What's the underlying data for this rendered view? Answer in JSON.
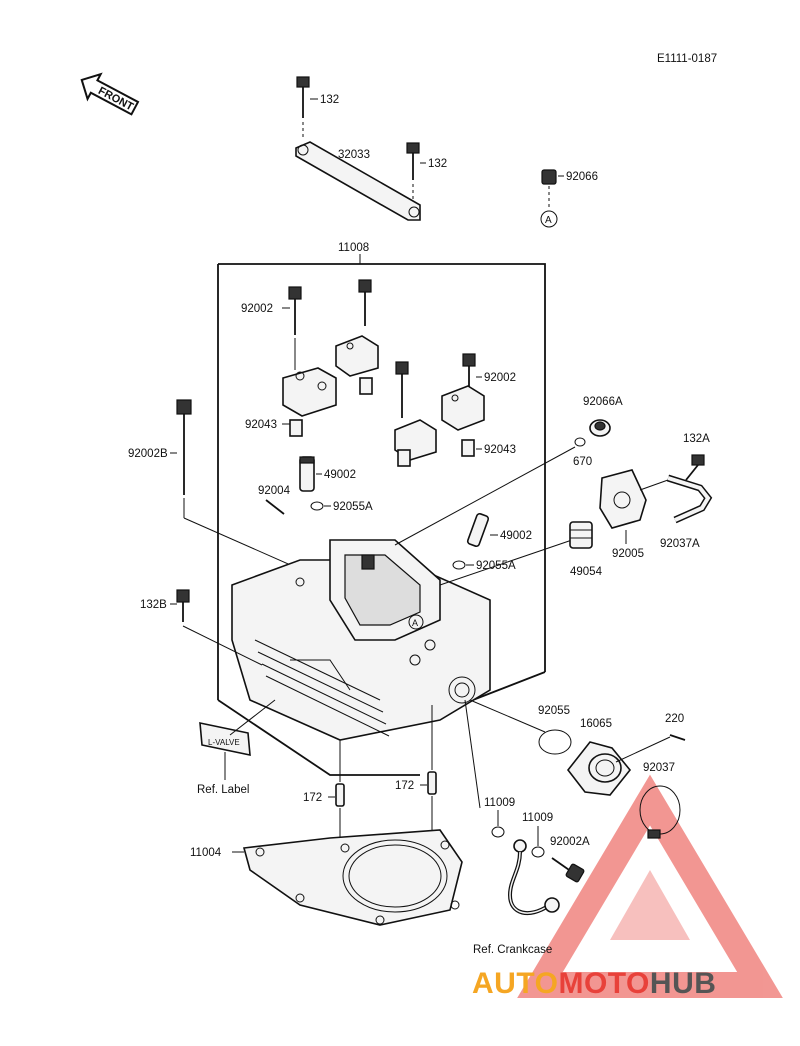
{
  "diagram": {
    "code": "E1111-0187",
    "front_label": "FRONT",
    "circle_ref": "A",
    "callouts": {
      "c132_top": "132",
      "c32033": "32033",
      "c132_right": "132",
      "c92066": "92066",
      "c11008": "11008",
      "c92002_left": "92002",
      "c92002_right": "92002",
      "c92043_left": "92043",
      "c92043_right": "92043",
      "c92066A": "92066A",
      "c132A": "132A",
      "c670": "670",
      "c92002B": "92002B",
      "c49002_top": "49002",
      "c92004": "92004",
      "c92055A_top": "92055A",
      "c49002_mid": "49002",
      "c92005": "92005",
      "c92037A": "92037A",
      "c49054": "49054",
      "c92055A_mid": "92055A",
      "c132B": "132B",
      "c92055": "92055",
      "c16065": "16065",
      "c220": "220",
      "c92037": "92037",
      "c172_left": "172",
      "c172_right": "172",
      "c11009_a": "11009",
      "c11009_b": "11009",
      "c92002A": "92002A",
      "c11004": "11004",
      "ref_label": "Ref. Label",
      "ref_crankcase": "Ref. Crankcase",
      "label_plate_text": "L-VALVE"
    }
  },
  "watermark": {
    "part1": "AUTO",
    "part2": "MOTO",
    "part3": "HUB",
    "color_orange": "#f5a623",
    "color_red": "#e8413a",
    "color_gray": "#555555"
  }
}
